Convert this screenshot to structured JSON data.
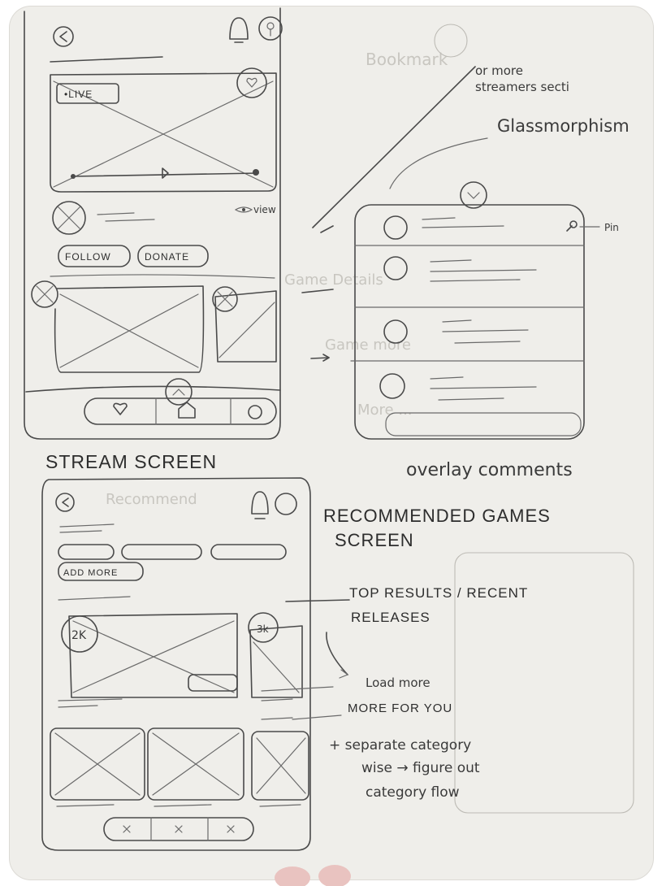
{
  "stream_screen": {
    "caption": "STREAM SCREEN",
    "live_badge": "•LIVE",
    "view_label": "view",
    "follow_button": "FOLLOW",
    "donate_button": "DONATE"
  },
  "overlay": {
    "caption": "overlay comments",
    "note_streamers": "or more",
    "note_streamers_2": "streamers secti",
    "note_glass": "Glassmorphism",
    "pin_label": "Pin"
  },
  "games_screen": {
    "caption_line1": "RECOMMENDED GAMES",
    "caption_line2": "SCREEN",
    "add_more": "ADD MORE",
    "card1_count": "2K",
    "card2_count": "3k",
    "top_results_1": "TOP RESULTS / RECENT",
    "top_results_2": "RELEASES",
    "load_more": "Load more",
    "more_for_you": "MORE FOR YOU",
    "note_1": "+ separate category",
    "note_2": "wise → figure out",
    "note_3": "category flow"
  }
}
